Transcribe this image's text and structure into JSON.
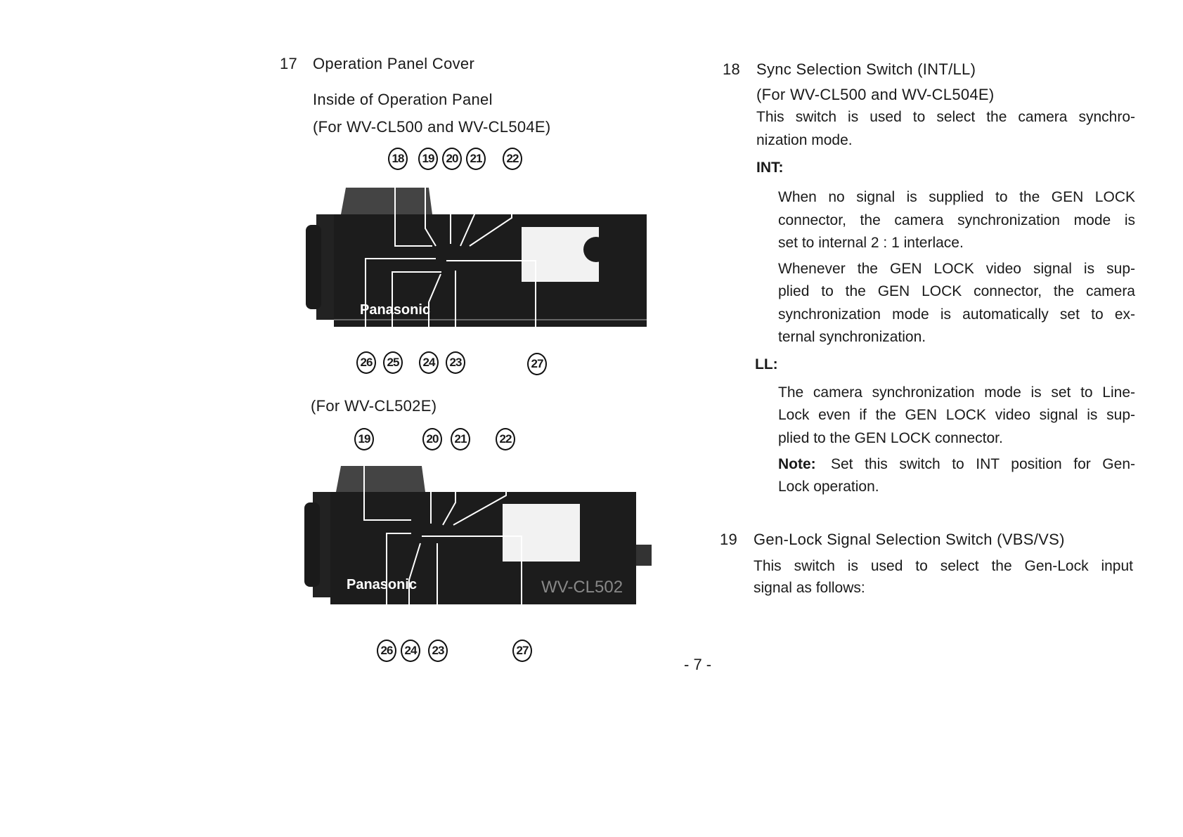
{
  "left": {
    "section17": {
      "number": "17",
      "title": "Operation Panel Cover"
    },
    "subtitle": "Inside of Operation Panel",
    "caption1": "(For WV-CL500 and WV-CL504E)",
    "figure1": {
      "brand": "Panasonic",
      "top_callouts": [
        "18",
        "19",
        "20",
        "21",
        "22"
      ],
      "bottom_callouts": [
        "26",
        "25",
        "24",
        "23",
        "27"
      ]
    },
    "caption2": "(For WV-CL502E)",
    "figure2": {
      "brand": "Panasonic",
      "model_mark": "WV-CL502",
      "top_callouts": [
        "19",
        "20",
        "21",
        "22"
      ],
      "bottom_callouts": [
        "26",
        "24",
        "23",
        "27"
      ]
    }
  },
  "page_number": "- 7 -",
  "right": {
    "section18": {
      "number": "18",
      "title": "Sync Selection Switch (INT/LL)",
      "subtitle": "(For WV-CL500 and WV-CL504E)",
      "intro": [
        "This switch is used to select the camera synchro-",
        "nization mode."
      ],
      "int_label": "INT:",
      "int_p1": [
        "When no signal is supplied to the GEN LOCK",
        "connector, the camera synchronization mode is",
        "set to internal 2 : 1 interlace."
      ],
      "int_p2": [
        "Whenever the GEN LOCK video signal is sup-",
        "plied to the GEN LOCK connector, the camera",
        "synchronization mode is automatically set to ex-",
        "ternal synchronization."
      ],
      "ll_label": "LL:",
      "ll_p": [
        "The camera synchronization mode is set to Line-",
        "Lock even if the GEN LOCK video signal is sup-",
        "plied to the GEN LOCK connector."
      ],
      "note_label": "Note:",
      "note_text": [
        "Set this switch to INT position for Gen-",
        "Lock operation."
      ]
    },
    "section19": {
      "number": "19",
      "title": "Gen-Lock Signal Selection Switch (VBS/VS)",
      "intro": [
        "This switch is used to select the Gen-Lock input",
        "signal as follows:"
      ]
    }
  }
}
